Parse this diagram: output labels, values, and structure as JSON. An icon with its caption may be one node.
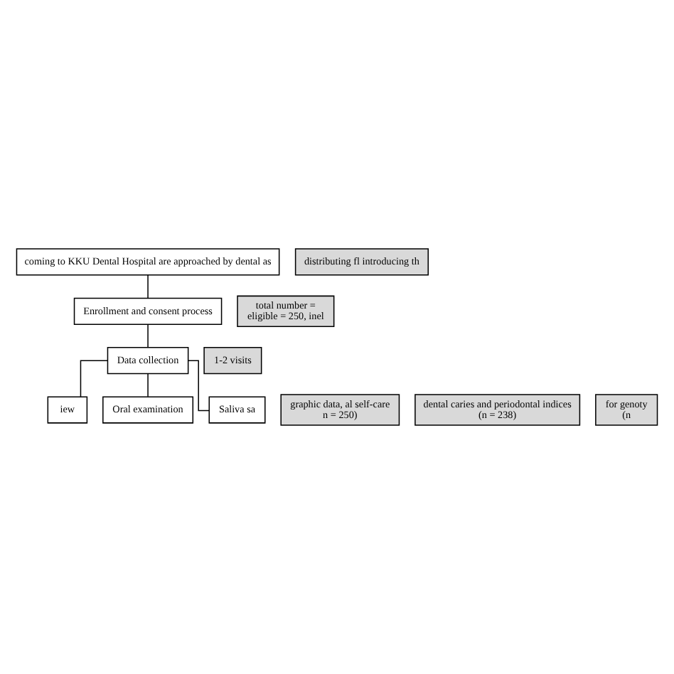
{
  "diagram": {
    "nodes": [
      {
        "text": [
          "coming to KKU Dental Hospital are approached by dental as"
        ]
      },
      {
        "text": [
          "distributing fl introducing th"
        ]
      },
      {
        "text": [
          "Enrollment and consent process"
        ]
      },
      {
        "text": [
          "total number =",
          "eligible = 250, inel"
        ]
      },
      {
        "text": [
          "Data collection"
        ]
      },
      {
        "text": [
          "1-2 visits"
        ]
      },
      {
        "text": [
          "iew"
        ]
      },
      {
        "text": [
          "graphic data, al self-care",
          "n = 250)"
        ]
      },
      {
        "text": [
          "Oral examination"
        ]
      },
      {
        "text": [
          "dental caries and periodontal indices",
          "(n = 238)"
        ]
      },
      {
        "text": [
          "Saliva sa"
        ]
      },
      {
        "text": [
          "for genoty",
          "(n"
        ]
      }
    ],
    "edges": [
      {
        "from": 0,
        "to": 2,
        "arrow": "none"
      },
      {
        "from": 2,
        "to": 4,
        "arrow": "none"
      },
      {
        "from": 4,
        "to": 6,
        "arrow": "none"
      },
      {
        "from": 4,
        "to": 8,
        "arrow": "none"
      },
      {
        "from": 4,
        "to": 10,
        "arrow": "none"
      }
    ]
  }
}
